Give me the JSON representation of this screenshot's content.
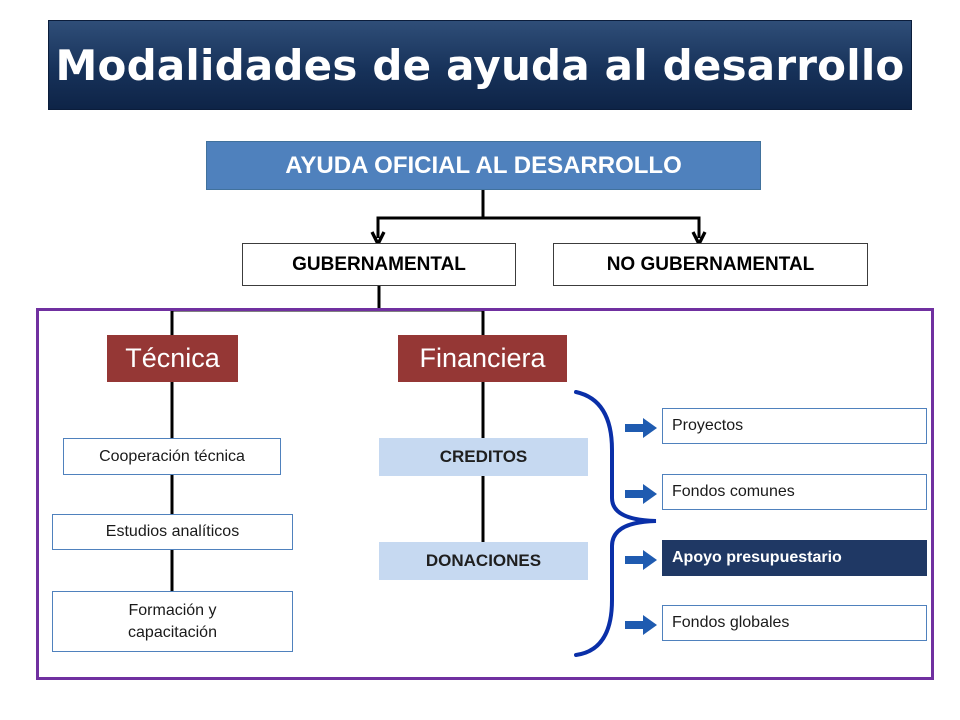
{
  "title": "Modalidades de ayuda al desarrollo",
  "root": {
    "label": "AYUDA OFICIAL AL DESARROLLO"
  },
  "level1": {
    "gubernamental": "GUBERNAMENTAL",
    "no_gubernamental": "NO GUBERNAMENTAL"
  },
  "tecnica": {
    "label": "Técnica",
    "items": [
      "Cooperación técnica",
      "Estudios analíticos",
      "Formación y capacitación"
    ]
  },
  "financiera": {
    "label": "Financiera",
    "items": [
      "CREDITOS",
      "DONACIONES"
    ]
  },
  "modalidades": {
    "items": [
      "Proyectos",
      "Fondos comunes",
      "Apoyo presupuestario",
      "Fondos globales"
    ],
    "highlighted": "Apoyo presupuestario"
  },
  "colors": {
    "banner": "#17325a",
    "root_box": "#4f81bd",
    "branch_box": "#953735",
    "frame": "#7030a0",
    "light_box": "#c6d9f1",
    "highlight_box": "#1f3864",
    "arrow": "#1f5bb0",
    "brace": "#0a2fa8"
  }
}
